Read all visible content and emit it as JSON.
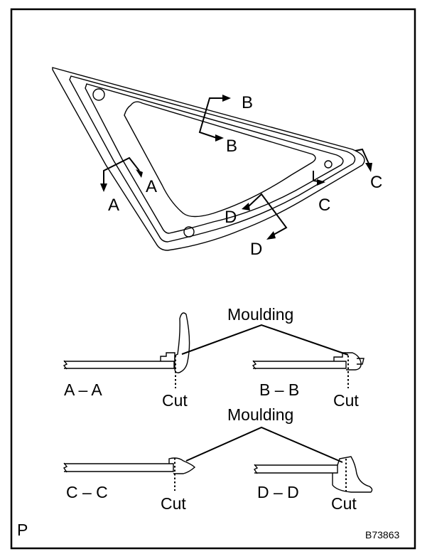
{
  "figure_id": "B73863",
  "corner_mark": "P",
  "moulding_label": "Moulding",
  "cut_label": "Cut",
  "section_markers": {
    "a": "A",
    "b": "B",
    "c": "C",
    "d": "D"
  },
  "sections": [
    {
      "title": "A – A"
    },
    {
      "title": "B – B"
    },
    {
      "title": "C – C"
    },
    {
      "title": "D – D"
    }
  ]
}
